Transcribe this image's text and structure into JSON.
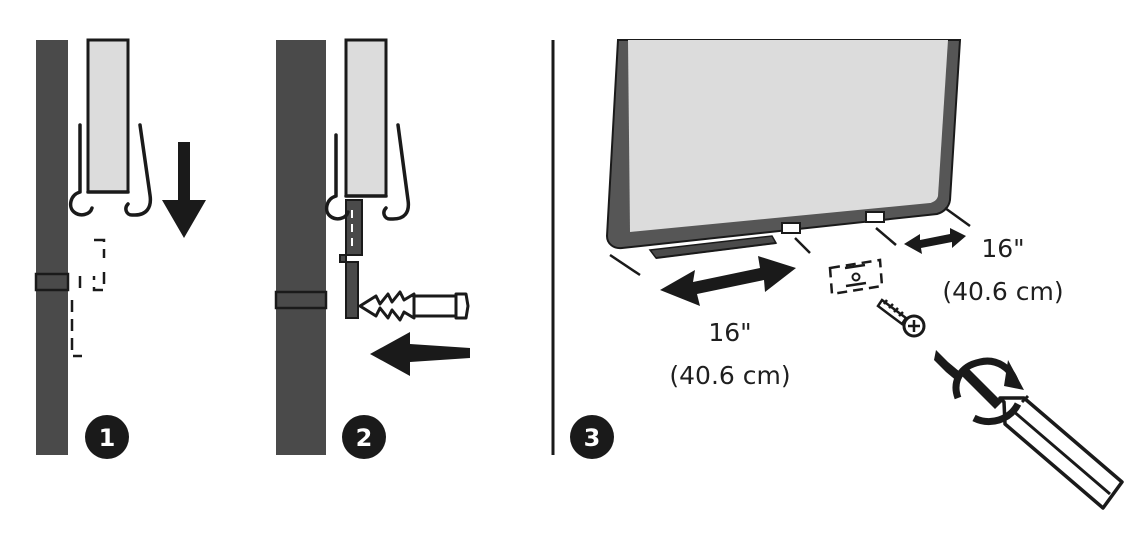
{
  "steps": [
    {
      "number": "1"
    },
    {
      "number": "2"
    },
    {
      "number": "3"
    }
  ],
  "spacing_center": {
    "inches": "16\"",
    "cm": "(40.6 cm)"
  },
  "spacing_side": {
    "inches": "16\"",
    "cm": "(40.6 cm)"
  },
  "colors": {
    "wall": "#4a4a4a",
    "frame": "#565656",
    "board": "#dcdcdc",
    "outline": "#1a1a1a",
    "badge": "#1a1a1a"
  }
}
